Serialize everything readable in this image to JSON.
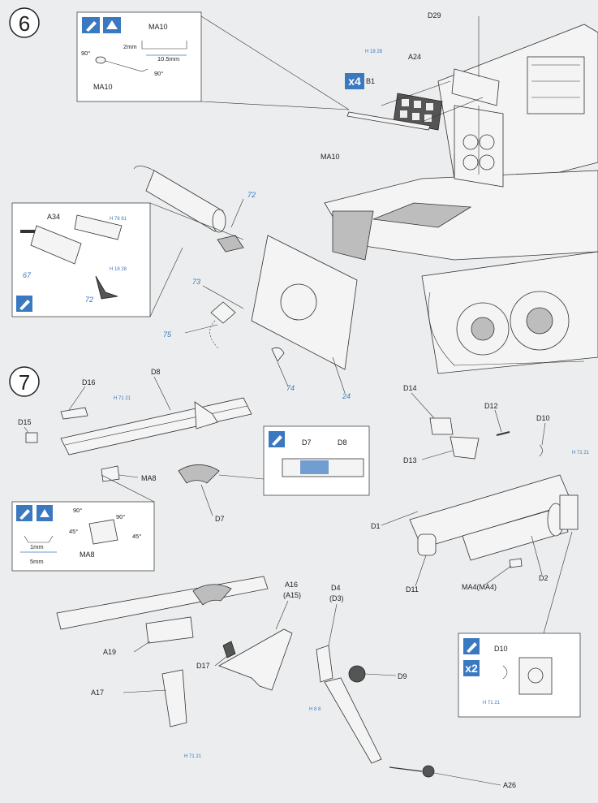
{
  "steps": {
    "six": "6",
    "seven": "7"
  },
  "labels": {
    "d29": "D29",
    "a24": "A24",
    "b1": "B1",
    "qty4": "x4",
    "ma10_main": "MA10",
    "ma10_box": "MA10",
    "ma10_box2": "MA10",
    "dim_2mm": "2mm",
    "dim_105": "10.5mm",
    "deg90_a": "90°",
    "deg90_b": "90°",
    "a34": "A34",
    "n67": "67",
    "n72_box": "72",
    "n72": "72",
    "n73": "73",
    "n75": "75",
    "n74": "74",
    "n24": "24",
    "d16": "D16",
    "d8": "D8",
    "d15": "D15",
    "ma8": "MA8",
    "d7": "D7",
    "box_d7": "D7",
    "box_d8": "D8",
    "ma8_box": "MA8",
    "deg90_c": "90°",
    "deg90_d": "90°",
    "deg45_a": "45°",
    "deg45_b": "45°",
    "dim_1mm": "1mm",
    "dim_5mm": "5mm",
    "d14": "D14",
    "d12": "D12",
    "d10": "D10",
    "d13": "D13",
    "d1": "D1",
    "d11": "D11",
    "d2": "D2",
    "ma4": "MA4(MA4)",
    "d10_box": "D10",
    "qty2": "x2",
    "a16": "A16",
    "a15": "(A15)",
    "d4": "D4",
    "d3": "(D3)",
    "d9": "D9",
    "a19": "A19",
    "d17": "D17",
    "a17": "A17",
    "a26": "A26"
  },
  "refs": {
    "h1828_a": "H 18 28",
    "h7661": "H 76 61",
    "h1828_b": "H 18 28",
    "h7121_a": "H 71 21",
    "h7121_b": "H 71 21",
    "h7121_c": "H 71 21",
    "h88": "H 8 8",
    "h7121_d": "H 71 21"
  }
}
